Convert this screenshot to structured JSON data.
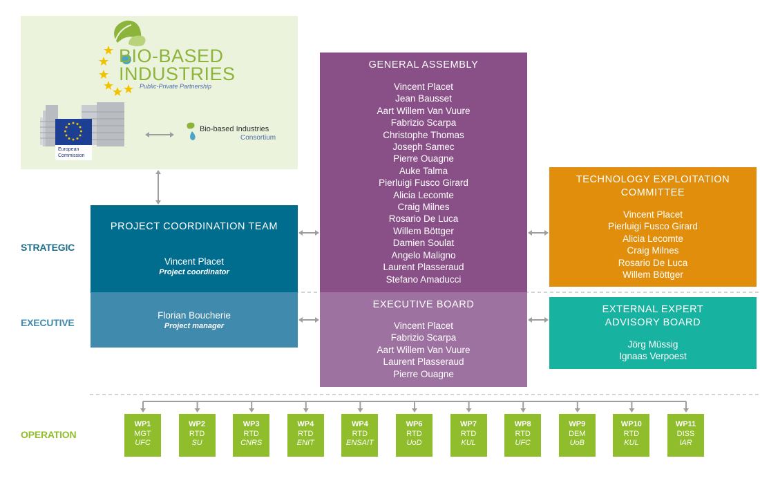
{
  "logo_panel": {
    "bbi_line1": "BIO-BASED",
    "bbi_line2": "INDUSTRIES",
    "bbi_tagline": "Public-Private Partnership",
    "ec_line1": "European",
    "ec_line2": "Commission",
    "bic_name": "Bio-based Industries",
    "bic_sub": "Consortium"
  },
  "levels": {
    "strategic": "STRATEGIC",
    "executive": "EXECUTIVE",
    "operation": "OPERATION"
  },
  "project_coordination_team": {
    "title": "PROJECT COORDINATION TEAM",
    "coordinator_name": "Vincent Placet",
    "coordinator_role": "Project coordinator",
    "manager_name": "Florian Boucherie",
    "manager_role": "Project manager"
  },
  "general_assembly": {
    "title": "GENERAL ASSEMBLY",
    "members": [
      "Vincent Placet",
      "Jean Bausset",
      "Aart Willem Van Vuure",
      "Fabrizio Scarpa",
      "Christophe Thomas",
      "Joseph Samec",
      "Pierre Ouagne",
      "Auke Talma",
      "Pierluigi Fusco Girard",
      "Alicia Lecomte",
      "Craig Milnes",
      "Rosario De Luca",
      "Willem Böttger",
      "Damien Soulat",
      "Angelo Maligno",
      "Laurent Plasseraud",
      "Stefano Amaducci"
    ]
  },
  "executive_board": {
    "title": "EXECUTIVE BOARD",
    "members": [
      "Vincent Placet",
      "Fabrizio Scarpa",
      "Aart Willem Van Vuure",
      "Laurent Plasseraud",
      "Pierre Ouagne"
    ]
  },
  "technology_exploitation_committee": {
    "title_line1": "TECHNOLOGY EXPLOITATION",
    "title_line2": "COMMITTEE",
    "members": [
      "Vincent Placet",
      "Pierluigi Fusco Girard",
      "Alicia Lecomte",
      "Craig Milnes",
      "Rosario De Luca",
      "Willem Böttger"
    ]
  },
  "external_expert_advisory_board": {
    "title_line1": "EXTERNAL EXPERT",
    "title_line2": "ADVISORY BOARD",
    "members": [
      "Jörg Müssig",
      "Ignaas Verpoest"
    ]
  },
  "work_packages": [
    {
      "id": "WP1",
      "type": "MGT",
      "partner": "UFC"
    },
    {
      "id": "WP2",
      "type": "RTD",
      "partner": "SU"
    },
    {
      "id": "WP3",
      "type": "RTD",
      "partner": "CNRS"
    },
    {
      "id": "WP4",
      "type": "RTD",
      "partner": "ENIT"
    },
    {
      "id": "WP4",
      "type": "RTD",
      "partner": "ENSAIT"
    },
    {
      "id": "WP6",
      "type": "RTD",
      "partner": "UoD"
    },
    {
      "id": "WP7",
      "type": "RTD",
      "partner": "KUL"
    },
    {
      "id": "WP8",
      "type": "RTD",
      "partner": "UFC"
    },
    {
      "id": "WP9",
      "type": "DEM",
      "partner": "UoB"
    },
    {
      "id": "WP10",
      "type": "RTD",
      "partner": "KUL"
    },
    {
      "id": "WP11",
      "type": "DISS",
      "partner": "IAR"
    }
  ],
  "colors": {
    "pct": "#006d8f",
    "pm": "#3f8aad",
    "ga": "#895087",
    "eb": "#9d72a0",
    "tec": "#e08e0b",
    "eeab": "#18b3a0",
    "wp": "#8fbd2b",
    "logo_bg": "#ecf3dd"
  }
}
